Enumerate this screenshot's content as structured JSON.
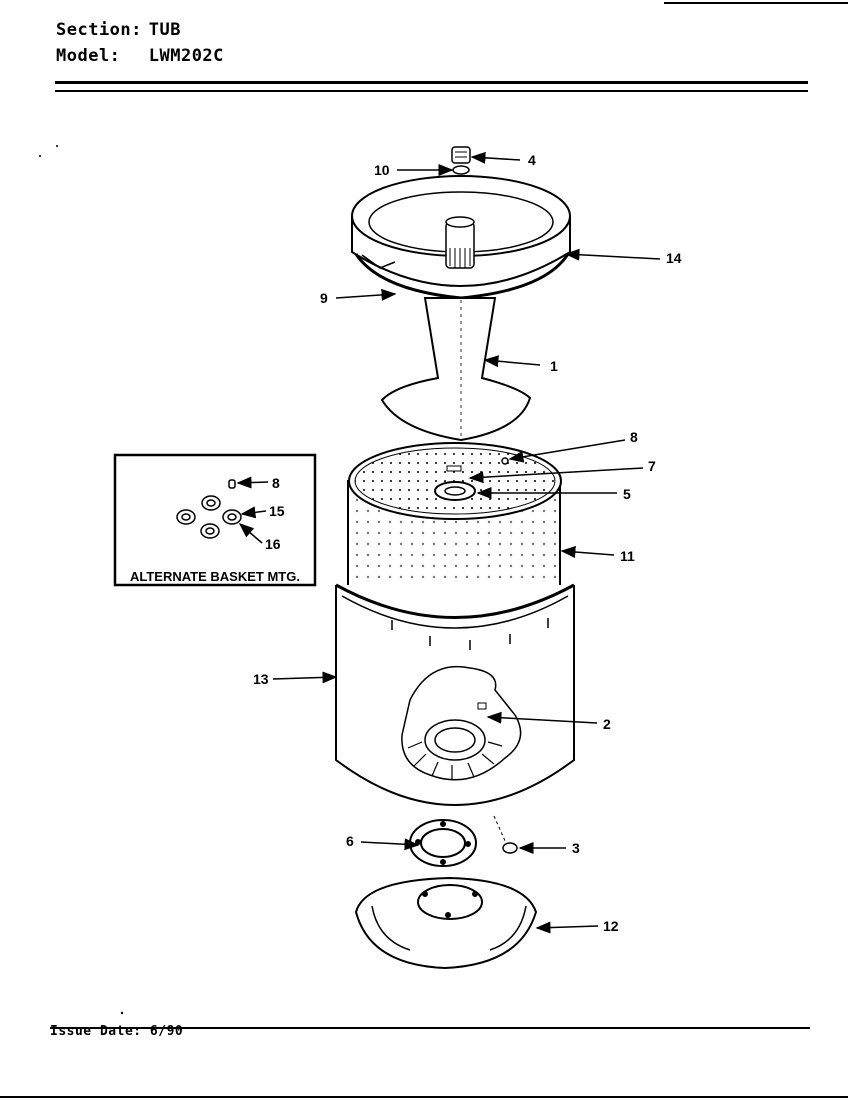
{
  "header": {
    "section_label": "Section:",
    "section_value": "TUB",
    "model_label": "Model:",
    "model_value": "LWM202C"
  },
  "footer": {
    "issue_label": "Issue Date:",
    "issue_date": "6/90"
  },
  "inset": {
    "title": "ALTERNATE BASKET MTG."
  },
  "callouts": {
    "c1": "1",
    "c2": "2",
    "c3": "3",
    "c4": "4",
    "c5": "5",
    "c6": "6",
    "c7": "7",
    "c8": "8",
    "c9": "9",
    "c10": "10",
    "c11": "11",
    "c12": "12",
    "c13": "13",
    "c14": "14",
    "inset8": "8",
    "inset15": "15",
    "inset16": "16"
  }
}
